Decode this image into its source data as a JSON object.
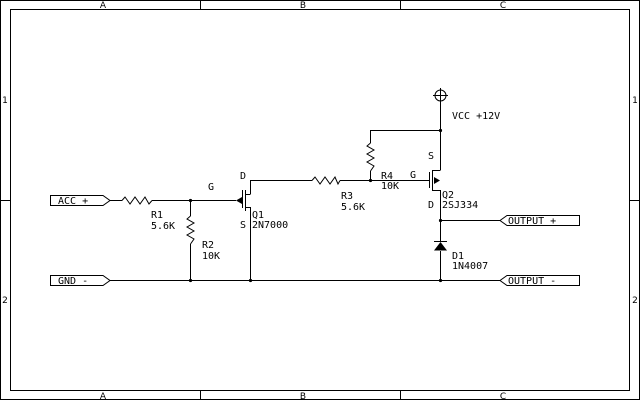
{
  "frame": {
    "columns": [
      "A",
      "B",
      "C"
    ],
    "rows": [
      "1",
      "2"
    ]
  },
  "ports": {
    "acc_plus": "ACC +",
    "gnd_minus": "GND -",
    "output_plus": "OUTPUT +",
    "output_minus": "OUTPUT -"
  },
  "supply": {
    "label": "VCC +12V"
  },
  "components": {
    "r1": {
      "ref": "R1",
      "value": "5.6K"
    },
    "r2": {
      "ref": "R2",
      "value": "10K"
    },
    "r3": {
      "ref": "R3",
      "value": "5.6K"
    },
    "r4": {
      "ref": "R4",
      "value": "10K"
    },
    "q1": {
      "ref": "Q1",
      "part": "2N7000",
      "pin_g": "G",
      "pin_d": "D",
      "pin_s": "S"
    },
    "q2": {
      "ref": "Q2",
      "part": "2SJ334",
      "pin_g": "G",
      "pin_d": "D",
      "pin_s": "S"
    },
    "d1": {
      "ref": "D1",
      "part": "1N4007"
    }
  }
}
